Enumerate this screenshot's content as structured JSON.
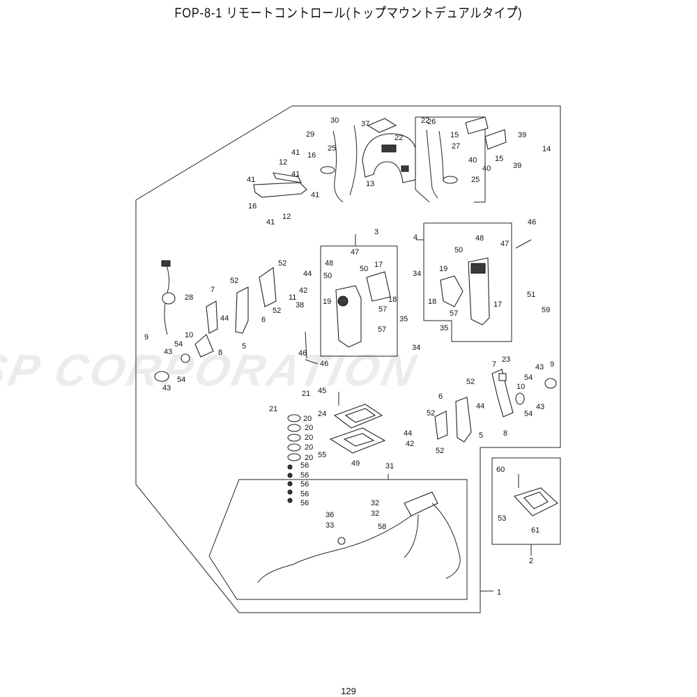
{
  "page": {
    "title": "FOP-8-1 リモートコントロール(トップ゚マウントデ゙ュアルタイプ゚)",
    "page_number": "129",
    "watermark": "JSP CORPORATION"
  },
  "labels": [
    {
      "text": "30"
    },
    {
      "text": "37"
    },
    {
      "text": "22"
    },
    {
      "text": "29"
    },
    {
      "text": "22"
    },
    {
      "text": "25"
    },
    {
      "text": "13"
    },
    {
      "text": "26"
    },
    {
      "text": "15"
    },
    {
      "text": "27"
    },
    {
      "text": "39"
    },
    {
      "text": "14"
    },
    {
      "text": "40"
    },
    {
      "text": "40"
    },
    {
      "text": "15"
    },
    {
      "text": "39"
    },
    {
      "text": "25"
    },
    {
      "text": "41"
    },
    {
      "text": "16"
    },
    {
      "text": "12"
    },
    {
      "text": "41"
    },
    {
      "text": "41"
    },
    {
      "text": "41"
    },
    {
      "text": "16"
    },
    {
      "text": "41"
    },
    {
      "text": "12"
    },
    {
      "text": "3"
    },
    {
      "text": "4"
    },
    {
      "text": "46"
    },
    {
      "text": "48"
    },
    {
      "text": "47"
    },
    {
      "text": "50"
    },
    {
      "text": "50"
    },
    {
      "text": "47"
    },
    {
      "text": "48"
    },
    {
      "text": "17"
    },
    {
      "text": "50"
    },
    {
      "text": "19"
    },
    {
      "text": "34"
    },
    {
      "text": "51"
    },
    {
      "text": "57"
    },
    {
      "text": "18"
    },
    {
      "text": "17"
    },
    {
      "text": "59"
    },
    {
      "text": "57"
    },
    {
      "text": "35"
    },
    {
      "text": "57"
    },
    {
      "text": "35"
    },
    {
      "text": "34"
    },
    {
      "text": "18"
    },
    {
      "text": "19"
    },
    {
      "text": "52"
    },
    {
      "text": "44"
    },
    {
      "text": "52"
    },
    {
      "text": "42"
    },
    {
      "text": "7"
    },
    {
      "text": "28"
    },
    {
      "text": "11"
    },
    {
      "text": "38"
    },
    {
      "text": "52"
    },
    {
      "text": "44"
    },
    {
      "text": "6"
    },
    {
      "text": "5"
    },
    {
      "text": "10"
    },
    {
      "text": "8"
    },
    {
      "text": "54"
    },
    {
      "text": "43"
    },
    {
      "text": "9"
    },
    {
      "text": "46"
    },
    {
      "text": "54"
    },
    {
      "text": "43"
    },
    {
      "text": "46"
    },
    {
      "text": "7"
    },
    {
      "text": "23"
    },
    {
      "text": "43"
    },
    {
      "text": "9"
    },
    {
      "text": "52"
    },
    {
      "text": "54"
    },
    {
      "text": "10"
    },
    {
      "text": "6"
    },
    {
      "text": "44"
    },
    {
      "text": "43"
    },
    {
      "text": "54"
    },
    {
      "text": "8"
    },
    {
      "text": "52"
    },
    {
      "text": "5"
    },
    {
      "text": "44"
    },
    {
      "text": "42"
    },
    {
      "text": "52"
    },
    {
      "text": "21"
    },
    {
      "text": "45"
    },
    {
      "text": "21"
    },
    {
      "text": "20"
    },
    {
      "text": "20"
    },
    {
      "text": "20"
    },
    {
      "text": "20"
    },
    {
      "text": "20"
    },
    {
      "text": "24"
    },
    {
      "text": "56"
    },
    {
      "text": "56"
    },
    {
      "text": "56"
    },
    {
      "text": "56"
    },
    {
      "text": "56"
    },
    {
      "text": "55"
    },
    {
      "text": "49"
    },
    {
      "text": "31"
    },
    {
      "text": "60"
    },
    {
      "text": "32"
    },
    {
      "text": "32"
    },
    {
      "text": "36"
    },
    {
      "text": "33"
    },
    {
      "text": "58"
    },
    {
      "text": "53"
    },
    {
      "text": "61"
    },
    {
      "text": "2"
    },
    {
      "text": "1"
    }
  ]
}
